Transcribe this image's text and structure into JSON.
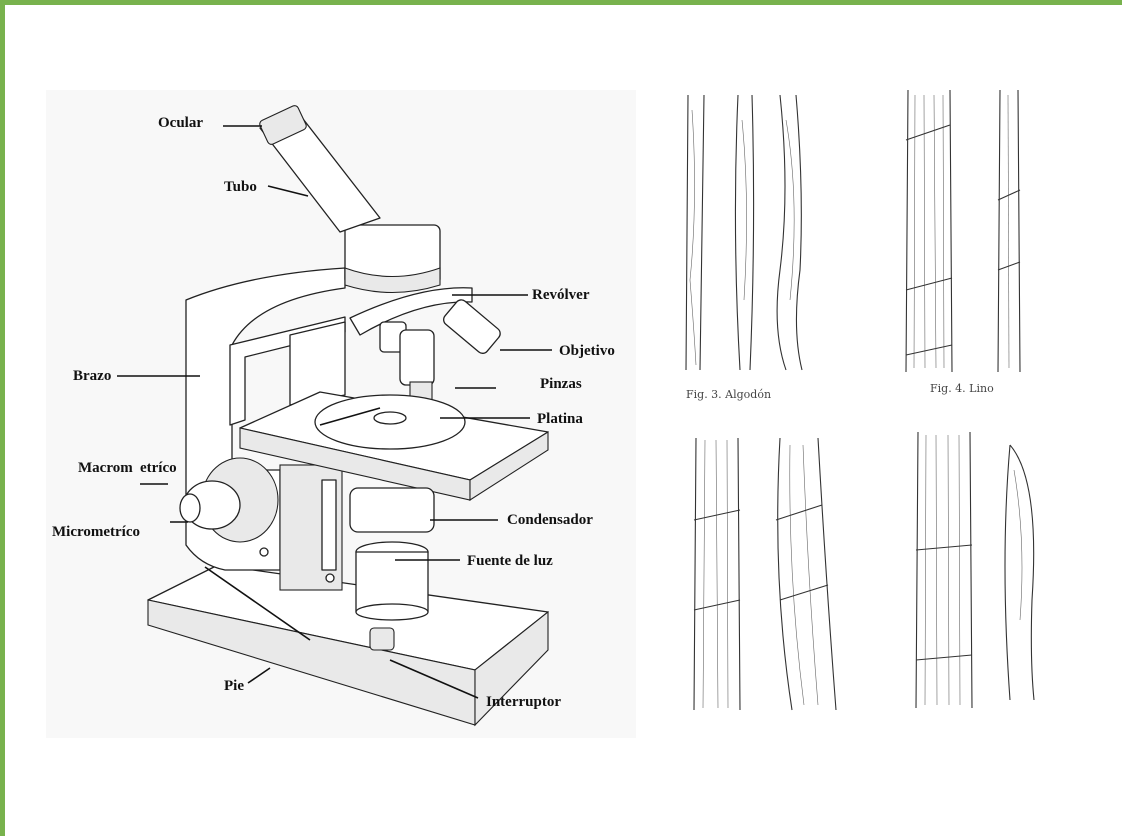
{
  "microscope": {
    "labels": {
      "ocular": "Ocular",
      "tubo": "Tubo",
      "revolver": "Revólver",
      "objetivo": "Objetivo",
      "brazo": "Brazo",
      "pinzas": "Pinzas",
      "platina": "Platina",
      "macrometrico_1": "Macrom",
      "macrometrico_2": "etríco",
      "micrometrico": "Micrometríco",
      "condensador": "Condensador",
      "fuente_de_luz": "Fuente de luz",
      "pie": "Pie",
      "interruptor": "Interruptor"
    }
  },
  "fibers": {
    "caption_3": "Fig. 3.   Algodón",
    "caption_4": "Fig. 4.   Lino"
  },
  "colors": {
    "frame_border": "#78b24d"
  }
}
